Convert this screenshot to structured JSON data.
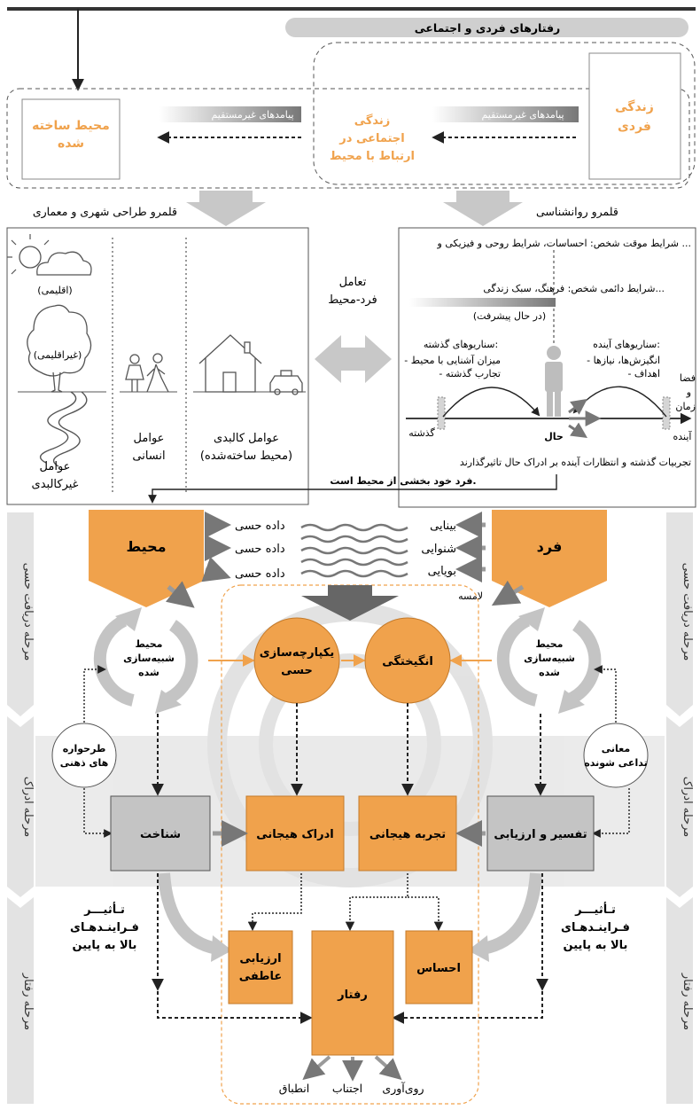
{
  "top": {
    "banner": "رفتارهای فردی و اجتماعی",
    "built_env": [
      "محیط ساخته",
      "شده"
    ],
    "indirect_1": "پیامدهای غیرمستقیم",
    "social_life": [
      "زندگی",
      "اجتماعی در",
      "ارتباط با محیط"
    ],
    "indirect_2": "پیامدهای غیرمستقیم",
    "individual_life": [
      "زندگی",
      "فردی"
    ],
    "left_domain": "قلمرو طراحی شهری و معماری",
    "right_domain": "قلمرو روانشناسی"
  },
  "left_panel": {
    "climatic": "(اقلیمی)",
    "nonclimatic": "(غیراقلیمی)",
    "nonphysical": [
      "عوامل",
      "غیرکالبدی"
    ],
    "human": [
      "عوامل",
      "انسانی"
    ],
    "physical": [
      "عوامل کالبدی",
      "(محیط ساخته‌شده)"
    ]
  },
  "middle": {
    "interaction": [
      "تعامل",
      "فرد-محیط"
    ],
    "feedback": "فرد خود بخشی از محیط است."
  },
  "right_panel": {
    "temp_conditions": "شرایط موقت شخص: احساسات، شرایط روحی و فیزیکی و ...",
    "perm_conditions": "شرایط دائمی شخص: فرهنگ، سبک زندگی...",
    "in_progress": "(در حال پیشرفت)",
    "past_title": "سناریوهای گذشته:",
    "past_items": [
      "- میزان آشنایی با محیط",
      "- تجارب گذشته"
    ],
    "future_title": "سناریوهای آینده:",
    "future_items": [
      "- انگیزش‌ها، نیازها",
      "- اهداف"
    ],
    "space_time": [
      "فضا",
      "و",
      "زمان"
    ],
    "past_label": "گذشته",
    "present_label": "حال",
    "future_label": "آینده",
    "note": "تجربیات گذشته و انتظارات آینده بر ادراک حال تاثیرگذارند"
  },
  "lower": {
    "environment": "محیط",
    "person": "فرد",
    "sensory_data": [
      "داده حسی",
      "داده حسی",
      "داده حسی"
    ],
    "senses": [
      "بینایی",
      "شنوایی",
      "بویایی",
      "لامسه"
    ],
    "simulated_left": [
      "محیط",
      "شبیه‌سازی",
      "شده"
    ],
    "simulated_right": [
      "محیط",
      "شبیه‌سازی",
      "شده"
    ],
    "sensory_integration": [
      "یکپارچه‌سازی",
      "حسی"
    ],
    "arousal": "انگیختگی",
    "mental_schemas": [
      "طرحواره",
      "های ذهنی"
    ],
    "associated_meanings": [
      "معانی",
      "تداعی شونده"
    ],
    "cognition": "شناخت",
    "emotional_perception": "ادراک هیجانی",
    "emotional_experience": "تجربه هیجانی",
    "interpretation": "تفسیر و ارزیابی",
    "topdown_left": [
      "تـأثیـــر",
      "فـراینـدهـای",
      "بالا به پایین"
    ],
    "topdown_right": [
      "تـأثیـــر",
      "فـراینـدهـای",
      "بالا به پایین"
    ],
    "affective_eval": [
      "ارزیابی",
      "عاطفی"
    ],
    "feeling": "احساس",
    "behavior": "رفتار",
    "outcomes": [
      "انطباق",
      "اجتناب",
      "روی‌آوری"
    ]
  },
  "stages": {
    "sensory": "مرحله دریافت حسی",
    "perception": "مرحله ادراک",
    "behavior": "مرحله رفتار"
  },
  "colors": {
    "accent": "#f0a24c",
    "gray": "#bdbdbd",
    "light": "#e6e6e6"
  }
}
